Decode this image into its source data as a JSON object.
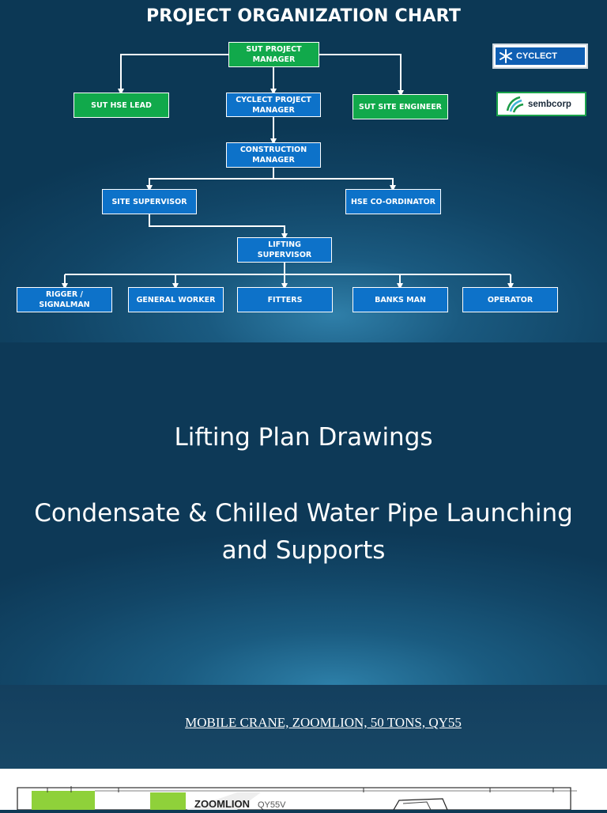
{
  "org_chart": {
    "title": "PROJECT ORGANIZATION CHART",
    "nodes": {
      "sut_pm": "SUT PROJECT MANAGER",
      "sut_hse_lead": "SUT HSE LEAD",
      "cyclect_pm": "CYCLECT PROJECT MANAGER",
      "sut_site_engineer": "SUT SITE ENGINEER",
      "construction_manager": "CONSTRUCTION MANAGER",
      "site_supervisor": "SITE SUPERVISOR",
      "hse_coordinator": "HSE CO-ORDINATOR",
      "lifting_supervisor": "LIFTING SUPERVISOR",
      "rigger_signalman": "RIGGER / SIGNALMAN",
      "general_worker": "GENERAL WORKER",
      "fitters": "FITTERS",
      "banks_man": "BANKS MAN",
      "operator": "OPERATOR"
    },
    "colors": {
      "green": "#11a94b",
      "blue": "#0d72c9"
    },
    "logos": {
      "cyclect": {
        "name": "CYCLECT",
        "icon": "snowflake-icon"
      },
      "sembcorp": {
        "name": "sembcorp",
        "icon": "sembcorp-wave-icon"
      }
    }
  },
  "slide2": {
    "line1": "Lifting Plan Drawings",
    "line2": "Condensate & Chilled Water Pipe Launching and Supports"
  },
  "slide3": {
    "caption": "MOBILE CRANE, ZOOMLION, 50 TONS, QY55",
    "crane_brand": "ZOOMLION",
    "crane_model": "QY55V"
  }
}
